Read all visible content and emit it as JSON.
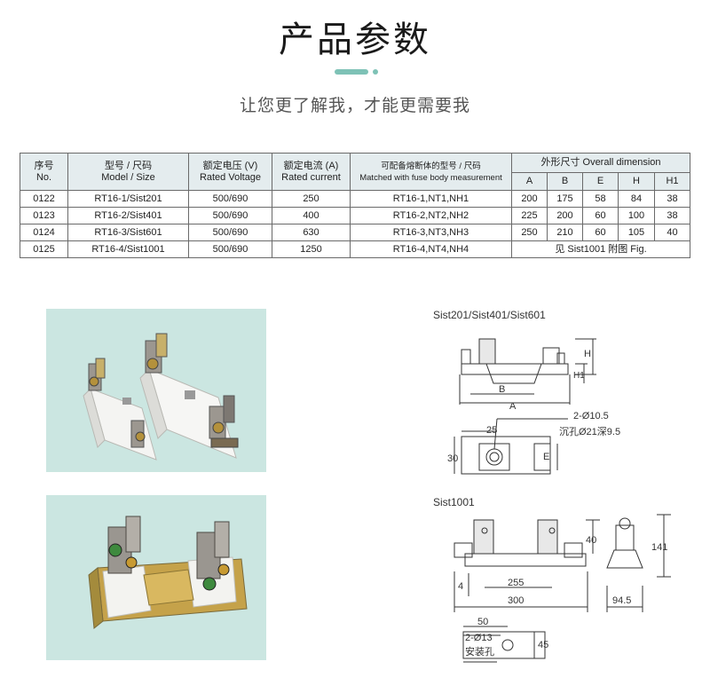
{
  "header": {
    "title": "产品参数",
    "subtitle": "让您更了解我，才能更需要我"
  },
  "table": {
    "headers": {
      "no": {
        "cn": "序号",
        "en": "No."
      },
      "model": {
        "cn": "型号 / 尺码",
        "en": "Model / Size"
      },
      "voltage": {
        "cn": "额定电压 (V)",
        "en": "Rated Voltage"
      },
      "current": {
        "cn": "额定电流 (A)",
        "en": "Rated current"
      },
      "matched": {
        "cn": "可配备熔断体的型号 / 尺码",
        "en": "Matched with fuse body measurement"
      },
      "dimension": "外形尺寸 Overall dimension",
      "dims": [
        "A",
        "B",
        "E",
        "H",
        "H1"
      ]
    },
    "rows": [
      {
        "no": "0122",
        "model": "RT16-1/Sist201",
        "voltage": "500/690",
        "current": "250",
        "matched": "RT16-1,NT1,NH1",
        "dims": [
          "200",
          "175",
          "58",
          "84",
          "38"
        ]
      },
      {
        "no": "0123",
        "model": "RT16-2/Sist401",
        "voltage": "500/690",
        "current": "400",
        "matched": "RT16-2,NT2,NH2",
        "dims": [
          "225",
          "200",
          "60",
          "100",
          "38"
        ]
      },
      {
        "no": "0124",
        "model": "RT16-3/Sist601",
        "voltage": "500/690",
        "current": "630",
        "matched": "RT16-3,NT3,NH3",
        "dims": [
          "250",
          "210",
          "60",
          "105",
          "40"
        ]
      },
      {
        "no": "0125",
        "model": "RT16-4/Sist1001",
        "voltage": "500/690",
        "current": "1250",
        "matched": "RT16-4,NT4,NH4",
        "note": "见 Sist1001 附图 Fig."
      }
    ]
  },
  "drawings": {
    "sist_small": {
      "title": "Sist201/Sist401/Sist601",
      "labels": {
        "h": "H",
        "h1": "H1",
        "b": "B",
        "a": "A",
        "hole": "2-Ø10.5",
        "counterbore": "沉孔Ø21深9.5",
        "d25": "25",
        "d30": "30",
        "e": "E"
      }
    },
    "sist1001": {
      "title": "Sist1001",
      "labels": {
        "d40": "40",
        "d141": "141",
        "d4": "4",
        "d255": "255",
        "d300": "300",
        "d94": "94.5",
        "d50": "50",
        "holes": "2-Ø13",
        "mount": "安装孔",
        "d45": "45"
      }
    }
  },
  "colors": {
    "accent": "#7ec2b6",
    "photo_bg": "#cbe6e1",
    "table_header_bg": "#e4ecee"
  }
}
